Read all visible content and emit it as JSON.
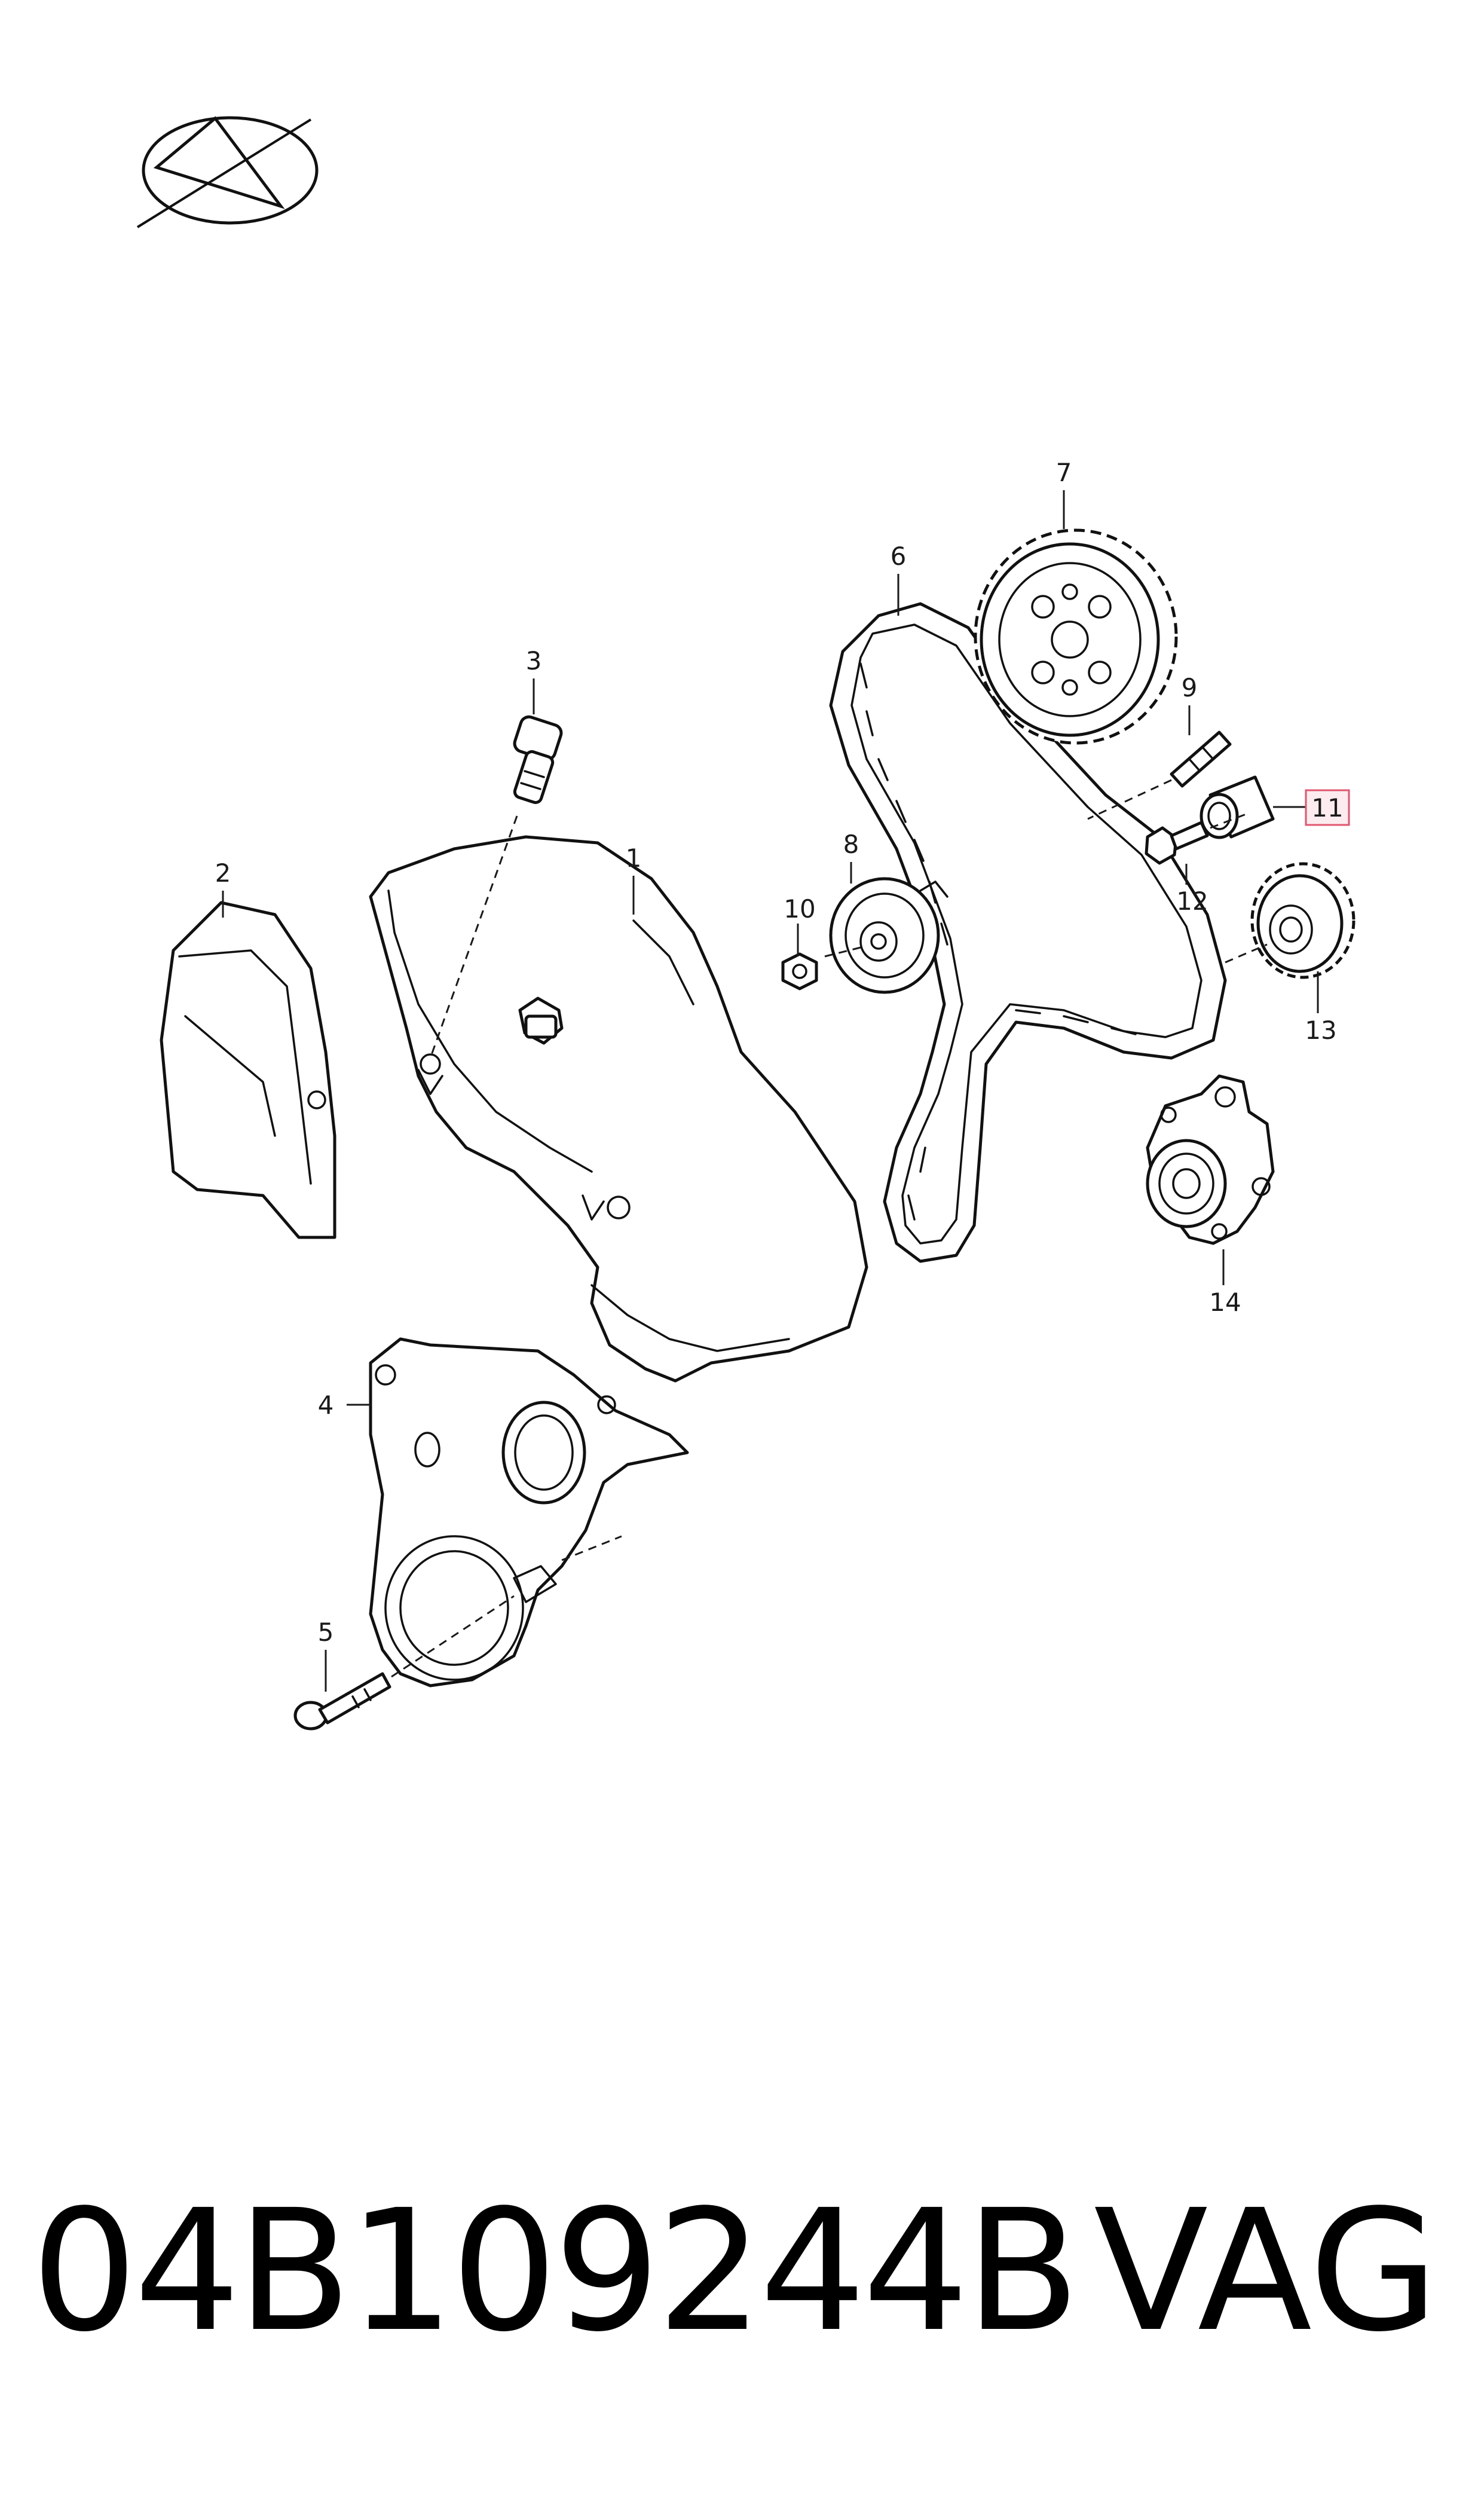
{
  "callouts": {
    "c1": "1",
    "c2": "2",
    "c3": "3",
    "c4": "4",
    "c5": "5",
    "c6": "6",
    "c7": "7",
    "c8": "8",
    "c9": "9",
    "c10": "10",
    "c11": "11",
    "c12": "12",
    "c13": "13",
    "c14": "14"
  },
  "highlighted_callout": "11",
  "footer": {
    "part_number": "04B109244B",
    "brand": "VAG"
  },
  "colors": {
    "line": "#111111",
    "highlight_fill": "#fdecef",
    "highlight_stroke": "#e0566f",
    "text": "#000000"
  }
}
